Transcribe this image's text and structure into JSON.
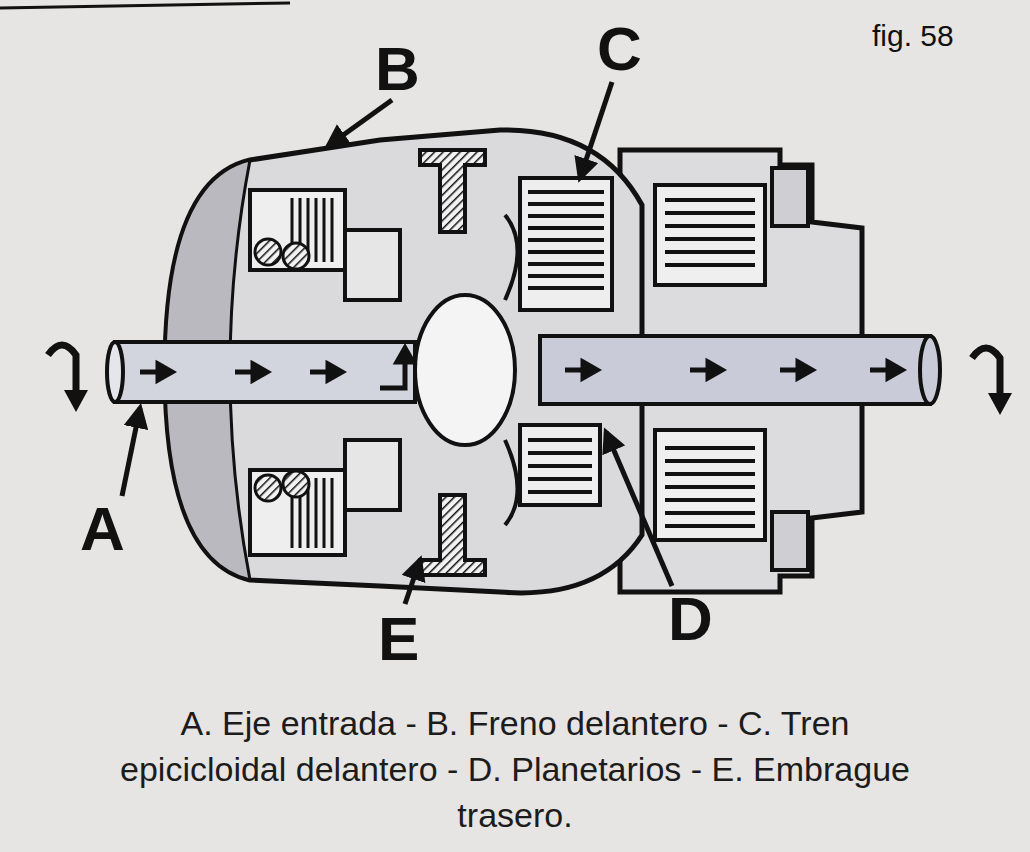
{
  "diagram": {
    "caption": "A. Eje entrada - B. Freno delantero - C. Tren epicicloidal delantero - D. Planetarios - E. Embrague trasero.",
    "labels": [
      "fig. 58",
      "B",
      "C",
      "A",
      "E",
      "D"
    ]
  }
}
